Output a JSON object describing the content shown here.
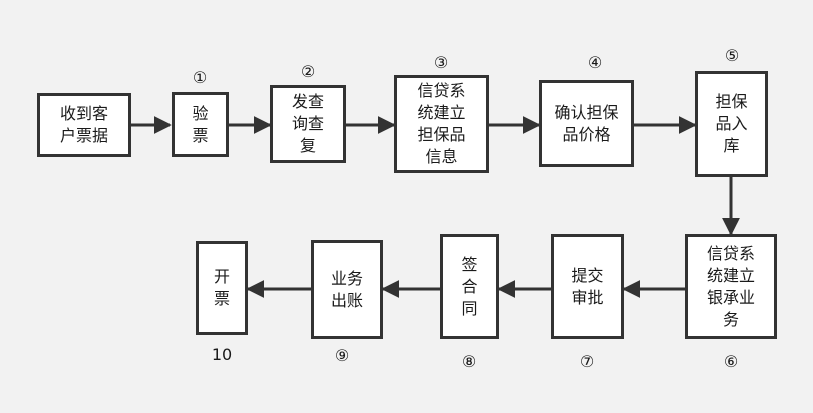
{
  "colors": {
    "background": "#f2f2f2",
    "box_border": "#333333",
    "box_fill": "#ffffff",
    "arrow": "#333333",
    "text": "#1a1a1a"
  },
  "steps": [
    {
      "label": "收到客\n户票据",
      "number": ""
    },
    {
      "label": "验\n票",
      "number": "①"
    },
    {
      "label": "发查\n询查\n复",
      "number": "②"
    },
    {
      "label": "信贷系\n统建立\n担保品\n信息",
      "number": "③"
    },
    {
      "label": "确认担保\n品价格",
      "number": "④"
    },
    {
      "label": "担保\n品入\n库",
      "number": "⑤"
    },
    {
      "label": "信贷系\n统建立\n银承业\n务",
      "number": "⑥"
    },
    {
      "label": "提交\n审批",
      "number": "⑦"
    },
    {
      "label": "签\n合\n同",
      "number": "⑧"
    },
    {
      "label": "业务\n出账",
      "number": "⑨"
    },
    {
      "label": "开\n票",
      "number": "10"
    }
  ]
}
